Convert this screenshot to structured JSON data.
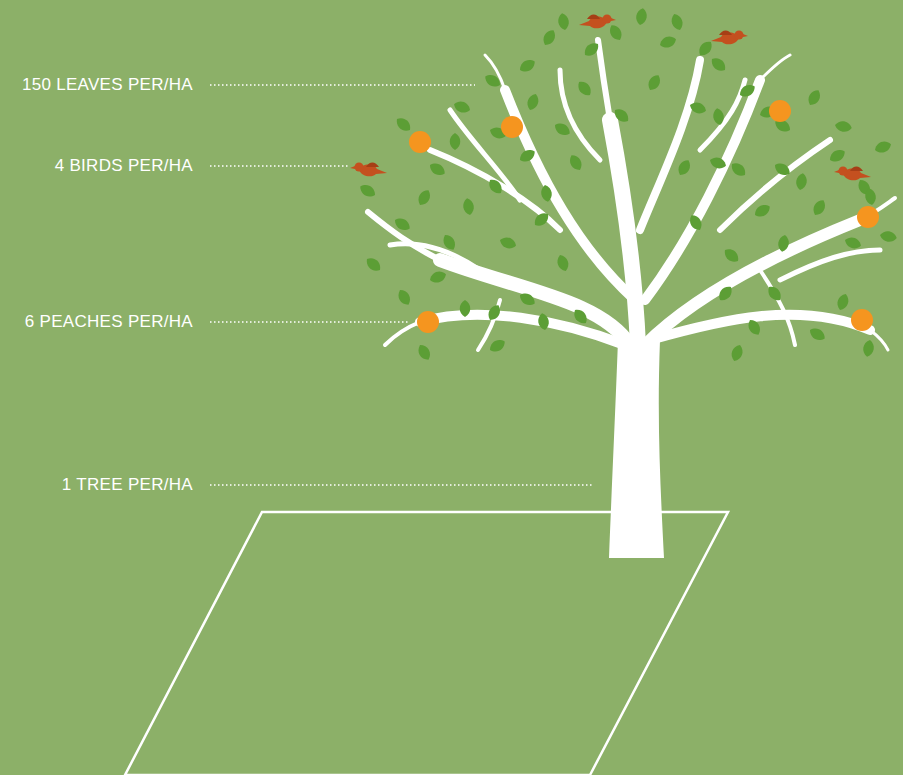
{
  "diagram": {
    "labels": [
      "150 LEAVES PER/HA",
      "4 BIRDS PER/HA",
      "6 PEACHES PER/HA",
      "1 TREE PER/HA"
    ]
  }
}
